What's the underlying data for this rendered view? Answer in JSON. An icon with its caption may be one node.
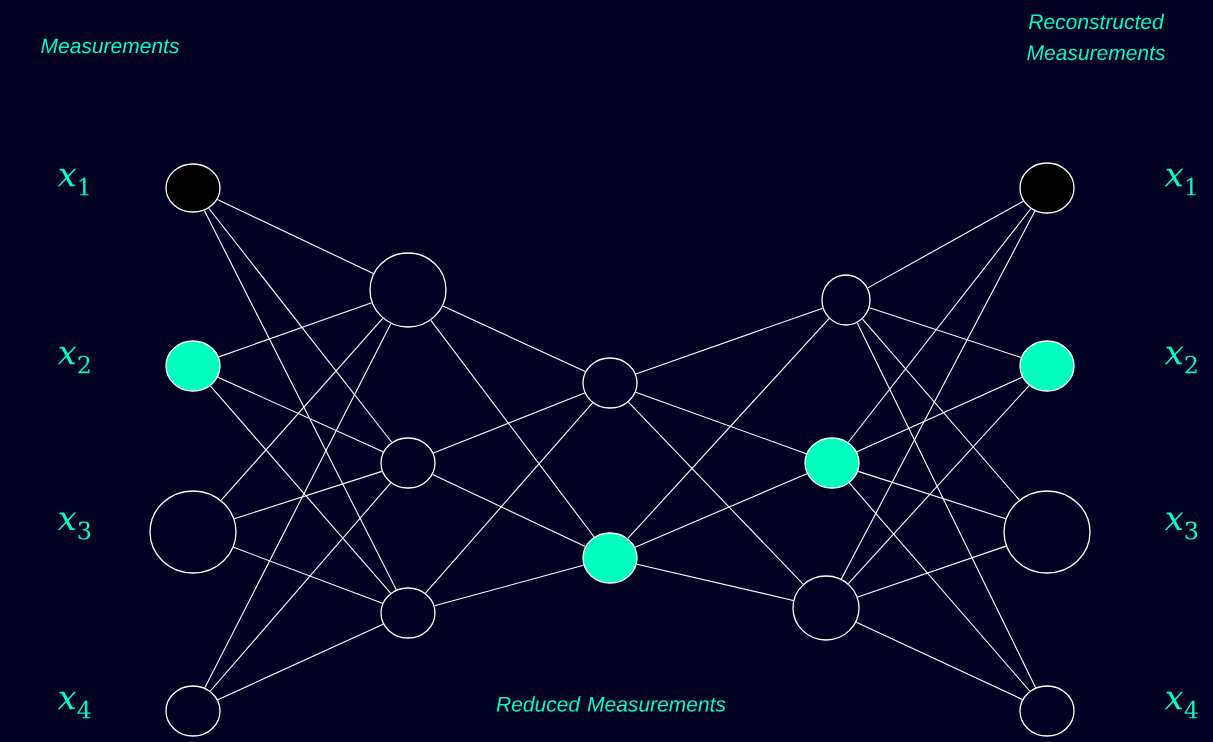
{
  "diagram": {
    "nodes": [
      {
        "text": [],
        "shape": "circle",
        "beside": [
          "*x*$_{1}$"
        ]
      },
      {
        "text": [],
        "shape": "circle",
        "beside": [
          "*x*$_{2}$"
        ]
      },
      {
        "text": [],
        "shape": "circle",
        "beside": [
          "*x*$_{3}$"
        ]
      },
      {
        "text": [],
        "shape": "circle",
        "beside": [
          "*x*$_{4}$"
        ]
      },
      {
        "text": [],
        "shape": "circle"
      },
      {
        "text": [],
        "shape": "circle"
      },
      {
        "text": [],
        "shape": "circle"
      },
      {
        "text": [],
        "shape": "circle"
      },
      {
        "text": [],
        "shape": "circle"
      },
      {
        "text": [],
        "shape": "circle"
      },
      {
        "text": [],
        "shape": "circle"
      },
      {
        "text": [],
        "shape": "circle"
      },
      {
        "text": [],
        "shape": "circle",
        "beside": [
          "*x*$_{1}$"
        ]
      },
      {
        "text": [],
        "shape": "circle",
        "beside": [
          "*x*$_{2}$"
        ]
      },
      {
        "text": [],
        "shape": "circle",
        "beside": [
          "*x*$_{3}$"
        ]
      },
      {
        "text": [],
        "shape": "circle",
        "beside": [
          "*x*$_{4}$"
        ]
      }
    ],
    "edges": [
      {
        "from": 0,
        "to": 4,
        "arrow": "none"
      },
      {
        "from": 0,
        "to": 5,
        "arrow": "none"
      },
      {
        "from": 0,
        "to": 6,
        "arrow": "none"
      },
      {
        "from": 1,
        "to": 4,
        "arrow": "none"
      },
      {
        "from": 1,
        "to": 5,
        "arrow": "none"
      },
      {
        "from": 1,
        "to": 6,
        "arrow": "none"
      },
      {
        "from": 2,
        "to": 4,
        "arrow": "none"
      },
      {
        "from": 2,
        "to": 5,
        "arrow": "none"
      },
      {
        "from": 2,
        "to": 6,
        "arrow": "none"
      },
      {
        "from": 3,
        "to": 4,
        "arrow": "none"
      },
      {
        "from": 3,
        "to": 5,
        "arrow": "none"
      },
      {
        "from": 3,
        "to": 6,
        "arrow": "none"
      },
      {
        "from": 4,
        "to": 7,
        "arrow": "none"
      },
      {
        "from": 4,
        "to": 8,
        "arrow": "none"
      },
      {
        "from": 5,
        "to": 7,
        "arrow": "none"
      },
      {
        "from": 5,
        "to": 8,
        "arrow": "none"
      },
      {
        "from": 6,
        "to": 7,
        "arrow": "none"
      },
      {
        "from": 6,
        "to": 8,
        "arrow": "none"
      },
      {
        "from": 7,
        "to": 9,
        "arrow": "none"
      },
      {
        "from": 7,
        "to": 10,
        "arrow": "none"
      },
      {
        "from": 7,
        "to": 11,
        "arrow": "none"
      },
      {
        "from": 8,
        "to": 9,
        "arrow": "none"
      },
      {
        "from": 8,
        "to": 10,
        "arrow": "none"
      },
      {
        "from": 8,
        "to": 11,
        "arrow": "none"
      },
      {
        "from": 9,
        "to": 12,
        "arrow": "none"
      },
      {
        "from": 9,
        "to": 13,
        "arrow": "none"
      },
      {
        "from": 9,
        "to": 14,
        "arrow": "none"
      },
      {
        "from": 9,
        "to": 15,
        "arrow": "none"
      },
      {
        "from": 10,
        "to": 12,
        "arrow": "none"
      },
      {
        "from": 10,
        "to": 13,
        "arrow": "none"
      },
      {
        "from": 10,
        "to": 14,
        "arrow": "none"
      },
      {
        "from": 10,
        "to": 15,
        "arrow": "none"
      },
      {
        "from": 11,
        "to": 12,
        "arrow": "none"
      },
      {
        "from": 11,
        "to": 13,
        "arrow": "none"
      },
      {
        "from": 11,
        "to": 14,
        "arrow": "none"
      },
      {
        "from": 11,
        "to": 15,
        "arrow": "none"
      }
    ],
    "labels": [
      "Measurements",
      "Reconstructed Measurements",
      "Reduced Measurements"
    ]
  }
}
